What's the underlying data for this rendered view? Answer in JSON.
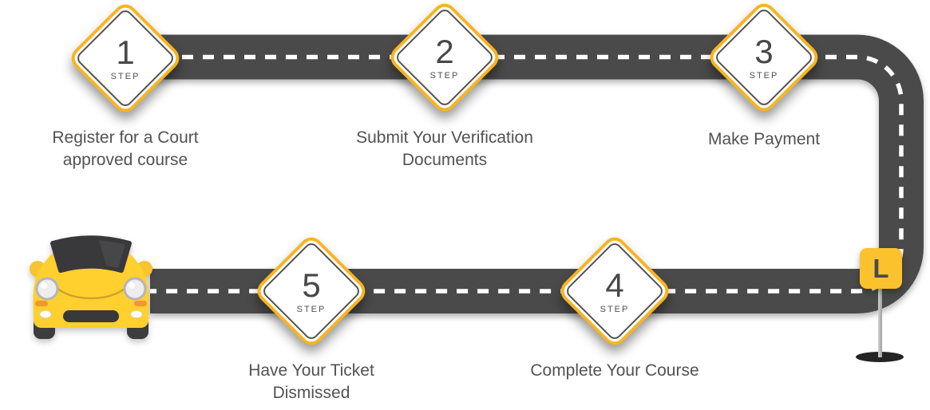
{
  "figure": {
    "type": "process-roadmap",
    "steps": [
      {
        "number": "1",
        "badge": "STEP",
        "caption": "Register for a Court approved course"
      },
      {
        "number": "2",
        "badge": "STEP",
        "caption": "Submit Your Verification Documents"
      },
      {
        "number": "3",
        "badge": "STEP",
        "caption": "Make Payment"
      },
      {
        "number": "4",
        "badge": "STEP",
        "caption": "Complete Your Course"
      },
      {
        "number": "5",
        "badge": "STEP",
        "caption": "Have Your Ticket Dismissed"
      }
    ],
    "end_marker_label": "L"
  },
  "colors": {
    "road": "#4a4a4b",
    "center_line": "#ffffff",
    "marker_yellow": "#f7b422",
    "marker_border_gray": "#525254",
    "caption_text": "#525254",
    "car_body_yellow": "#ffd02e",
    "end_sign_yellow": "#fbc22e"
  }
}
